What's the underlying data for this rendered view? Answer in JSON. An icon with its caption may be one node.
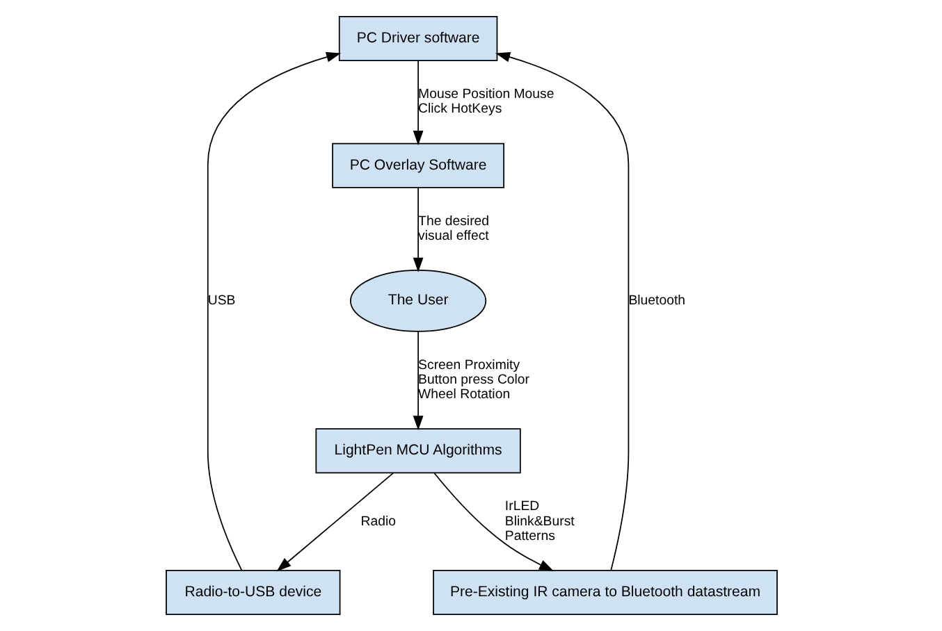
{
  "diagram": {
    "nodes": [
      {
        "text": [
          "PC Driver software"
        ]
      },
      {
        "text": [
          "PC Overlay Software"
        ]
      },
      {
        "text": [
          "The User"
        ]
      },
      {
        "text": [
          "LightPen MCU Algorithms"
        ]
      },
      {
        "text": [
          "Radio-to-USB device"
        ]
      },
      {
        "text": [
          "Pre-Existing IR camera to Bluetooth datastream"
        ]
      }
    ],
    "edges": [
      {
        "from": 0,
        "to": 1,
        "arrow": "to",
        "label": "Mouse Position Mouse Click HotKeys"
      },
      {
        "from": 1,
        "to": 2,
        "arrow": "to",
        "label": "The desired visual effect"
      },
      {
        "from": 2,
        "to": 3,
        "arrow": "to",
        "label": "Screen Proximity Button press Color Wheel Rotation"
      },
      {
        "from": 3,
        "to": 4,
        "arrow": "to",
        "label": "Radio"
      },
      {
        "from": 3,
        "to": 5,
        "arrow": "to",
        "label": "IrLED Blink&Burst Patterns"
      },
      {
        "from": 4,
        "to": 0,
        "arrow": "to",
        "label": "USB"
      },
      {
        "from": 5,
        "to": 0,
        "arrow": "to",
        "label": "Bluetooth"
      }
    ]
  }
}
